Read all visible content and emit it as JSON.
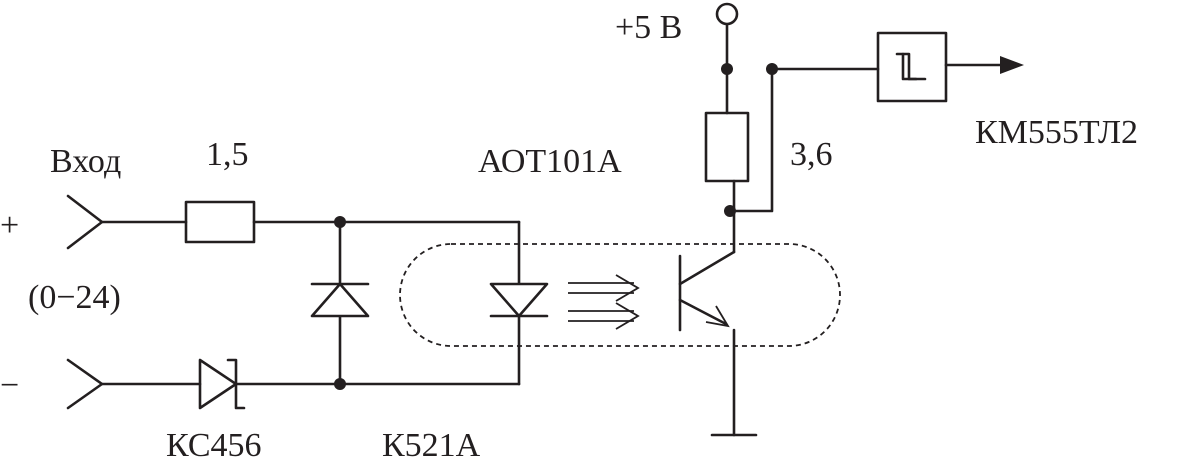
{
  "diagram": {
    "labels": {
      "input": "Вход",
      "input_range": "(0−24)",
      "plus": "+",
      "minus": "−",
      "resistor_in_value": "1,5",
      "resistor_pull_value": "3,6",
      "supply": "+5 В",
      "optocoupler": "АОТ101А",
      "schmitt_ic": "КМ555ТЛ2",
      "zener": "КС456",
      "diode": "К521А"
    },
    "ink_color": "#231f20",
    "background_color": "#ffffff"
  }
}
